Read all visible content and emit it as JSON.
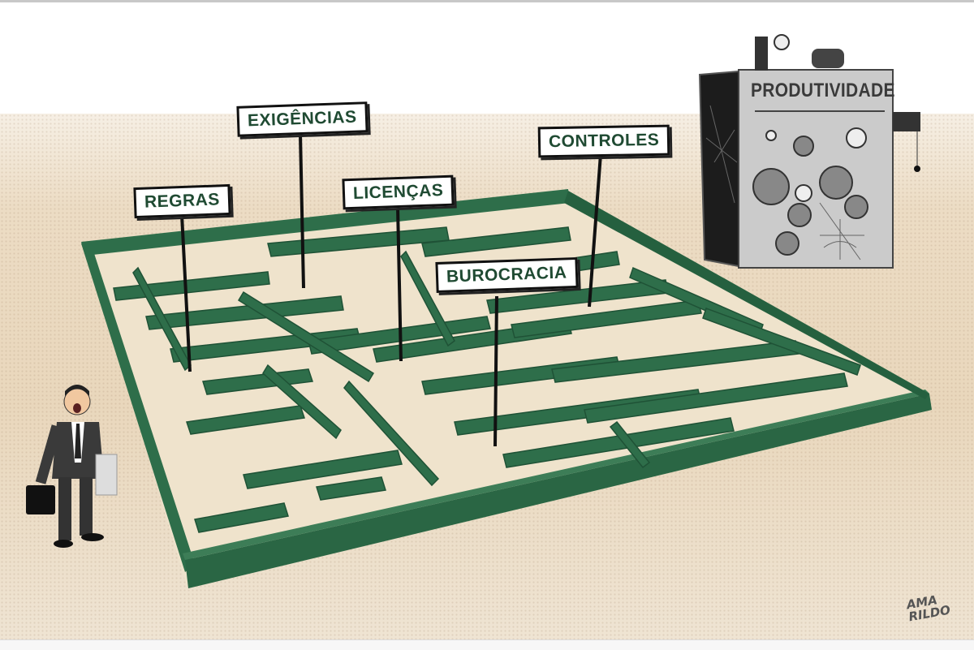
{
  "cartoon": {
    "signs": [
      {
        "id": "regras",
        "label": "REGRAS"
      },
      {
        "id": "exigencias",
        "label": "EXIGÊNCIAS"
      },
      {
        "id": "licencas",
        "label": "LICENÇAS"
      },
      {
        "id": "controles",
        "label": "CONTROLES"
      },
      {
        "id": "burocracia",
        "label": "BUROCRACIA"
      }
    ],
    "machine": {
      "label": "PRODUTIVIDADE"
    },
    "signature": {
      "line1": "AMA",
      "line2": "RILDO"
    },
    "characters": [
      "businessman-with-briefcase"
    ],
    "colors": {
      "maze_wall": "#2e6e4a",
      "maze_wall_dark": "#1f5236",
      "maze_floor": "#efe3cc",
      "ground": "#e9d7bc",
      "sign_text": "#1f4a32",
      "machine_body": "#c9c9c9"
    }
  }
}
